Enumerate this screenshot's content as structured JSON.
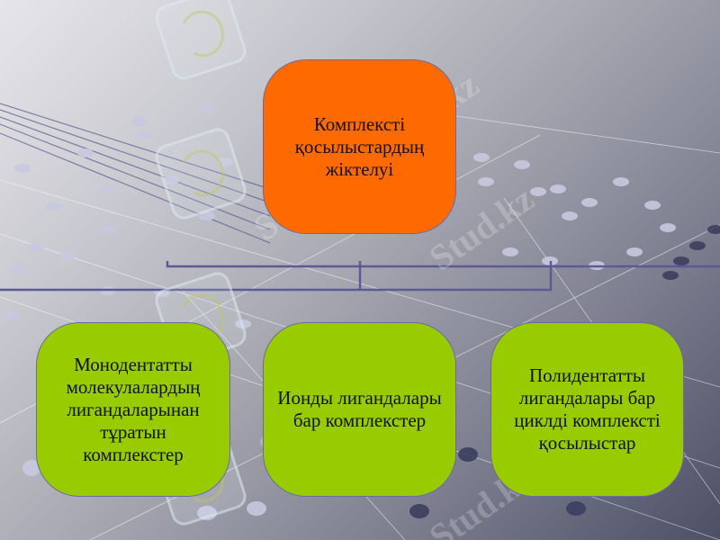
{
  "diagram": {
    "title_node": {
      "label": "Комплексті қосылыстардың жіктелуі",
      "lines": [
        "Комплексті",
        "қосылыстардың",
        "жіктелуі"
      ],
      "color": "#ff6a00"
    },
    "child_nodes": [
      {
        "label": "Монодентатты молекулалардың лигандаларынан тұратын комплекстер",
        "lines": [
          "Монодентатты",
          "молекулалардың",
          "лигандаларынан",
          "тұратын",
          "комплекстер"
        ],
        "color": "#99cc00"
      },
      {
        "label": "Ионды лигандалары бар комплекстер",
        "lines": [
          "Ионды лигандалары",
          "бар комплекстер"
        ],
        "color": "#99cc00"
      },
      {
        "label": "Полидентатты лигандалары бар циклді комплексті қосылыстар",
        "lines": [
          "Полидентатты",
          "лигандалары бар",
          "циклді комплексті",
          "қосылыстар"
        ],
        "color": "#99cc00"
      }
    ],
    "connector_color": "#5a5a96"
  },
  "watermarks": [
    "Stud.kz - Stud.kz",
    "Stud.kz",
    "Stud.kz",
    "Stud.kz"
  ]
}
